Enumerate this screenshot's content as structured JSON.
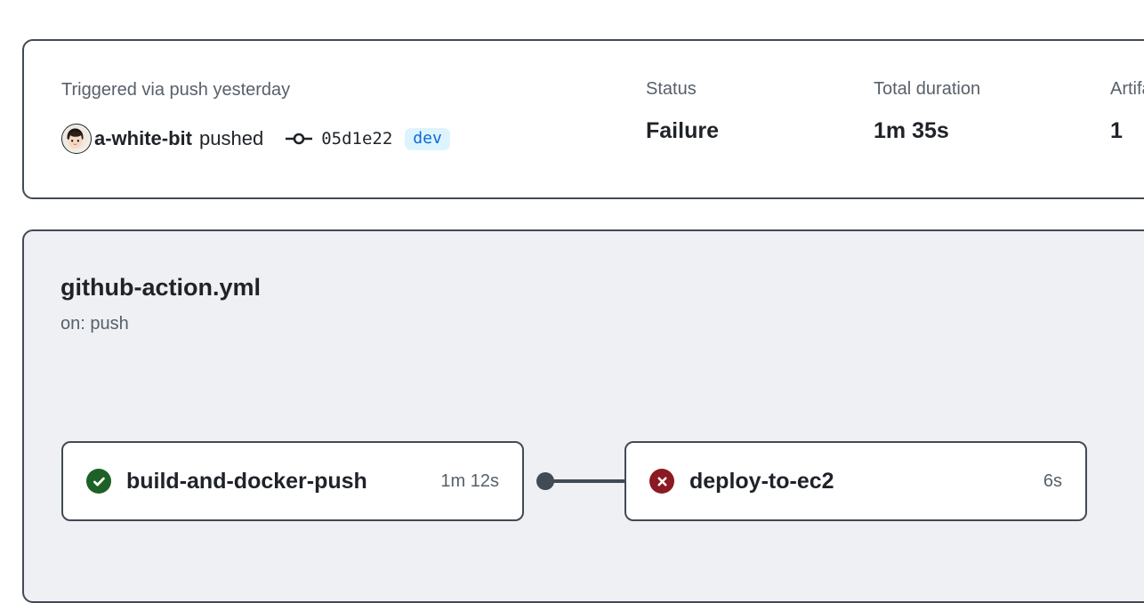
{
  "summary": {
    "trigger_text": "Triggered via push yesterday",
    "actor": "a-white-bit",
    "action_verb": "pushed",
    "commit_sha": "05d1e22",
    "branch": "dev",
    "commit_icon": "git-commit-icon",
    "avatar_icon": "user-avatar",
    "columns": [
      {
        "label": "Status",
        "value": "Failure"
      },
      {
        "label": "Total duration",
        "value": "1m 35s"
      },
      {
        "label": "Artifa",
        "value": "1"
      }
    ]
  },
  "workflow": {
    "file_name": "github-action.yml",
    "trigger": "on: push",
    "jobs": [
      {
        "name": "build-and-docker-push",
        "duration": "1m 12s",
        "status": "success",
        "status_icon": "check-circle-icon"
      },
      {
        "name": "deploy-to-ec2",
        "duration": "6s",
        "status": "failure",
        "status_icon": "x-circle-icon"
      }
    ]
  },
  "colors": {
    "success": "#1d6127",
    "failure": "#8b1a23",
    "border": "#424a53",
    "branch_chip_bg": "#ddf4ff",
    "branch_chip_text": "#0969da",
    "card_bg": "#eef0f4",
    "muted_text": "#57606a"
  }
}
